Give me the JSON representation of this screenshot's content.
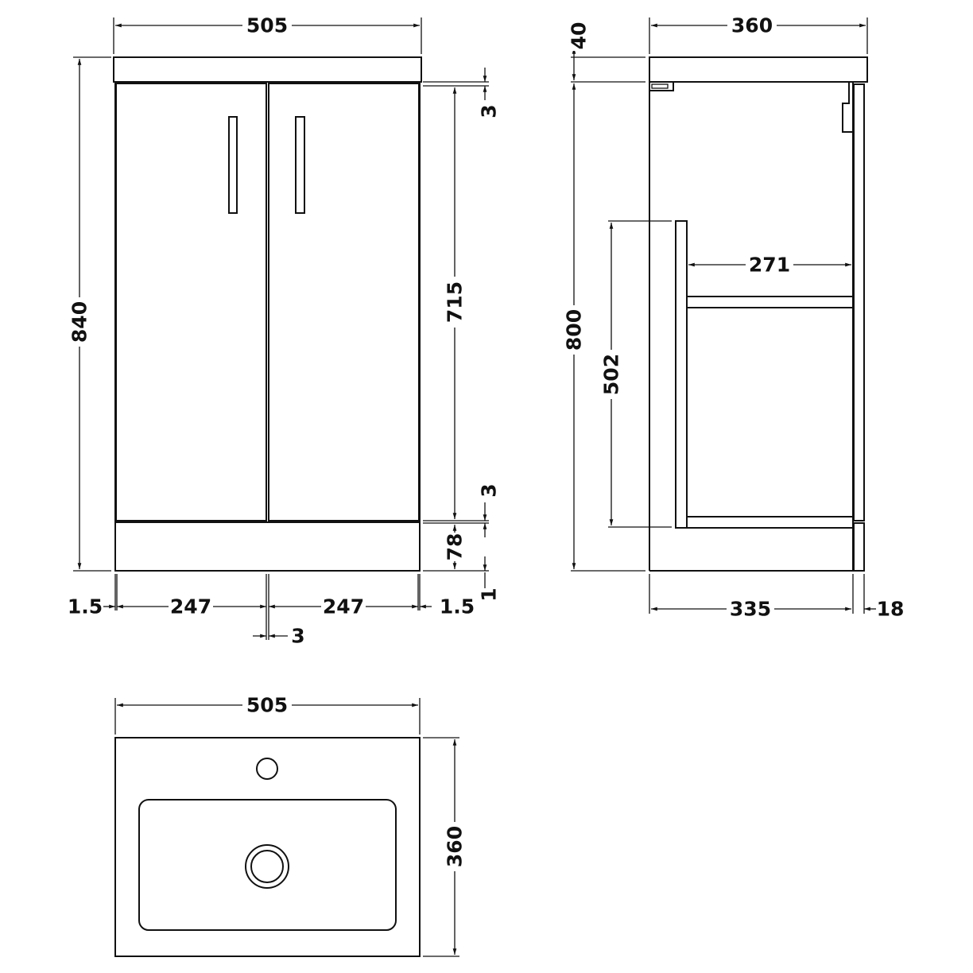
{
  "front_view": {
    "width": "505",
    "height": "840",
    "door_height": "715",
    "top_gap": "3",
    "plinth_gap": "3",
    "plinth": "78",
    "floor_gap": "1",
    "side_gap_left": "1.5",
    "door_left": "247",
    "door_right": "247",
    "side_gap_right": "1.5",
    "door_gap": "3"
  },
  "side_view": {
    "depth": "360",
    "top_thickness": "40",
    "body_height": "800",
    "shelf_height": "502",
    "shelf_depth": "271",
    "body_depth": "335",
    "door_thickness": "18"
  },
  "top_view": {
    "width": "505",
    "depth": "360"
  }
}
